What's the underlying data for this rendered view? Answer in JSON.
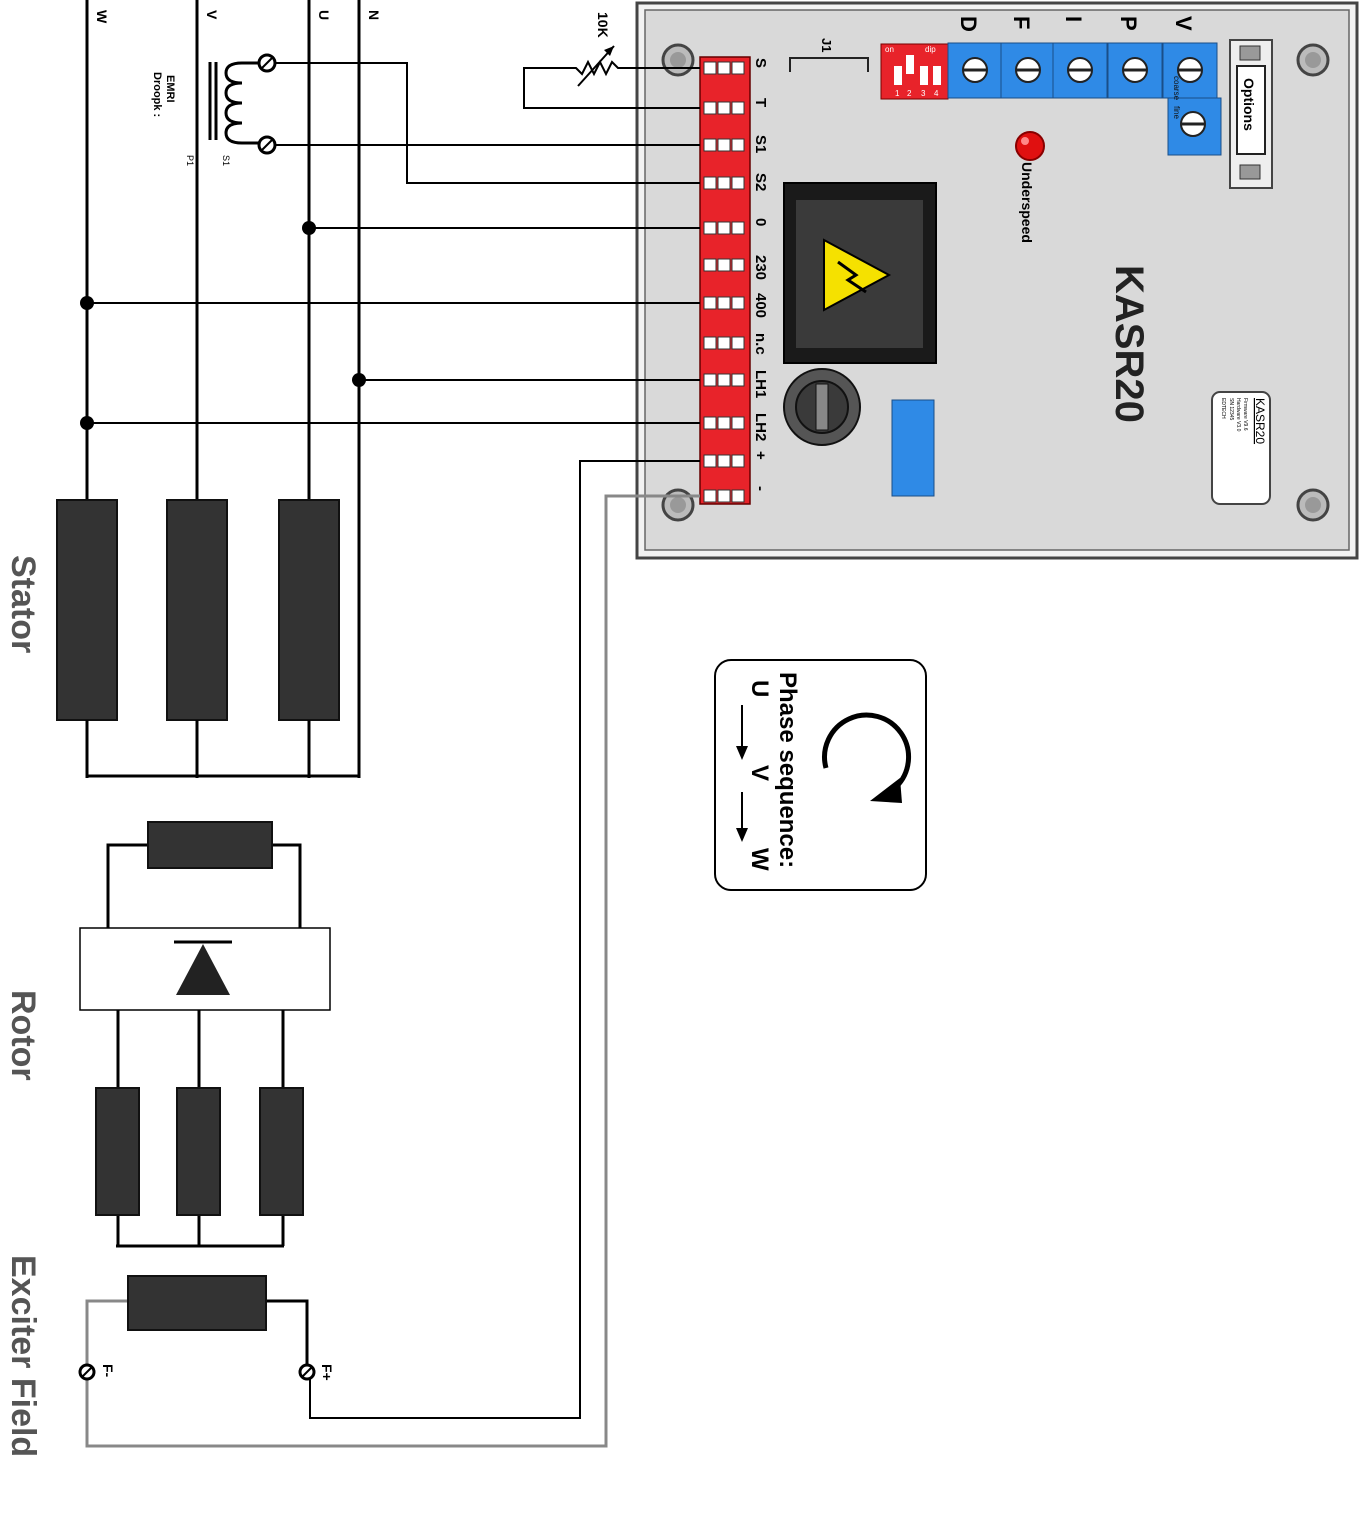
{
  "controller": {
    "model": "KASR20",
    "terminals": [
      "S",
      "T",
      "S1",
      "S2",
      "0",
      "230",
      "400",
      "n.c",
      "LH1",
      "LH2",
      "+",
      "-"
    ],
    "adjust_pots": [
      "D",
      "F",
      "I",
      "P",
      "V"
    ],
    "v_pot_labels": [
      "coarse",
      "fine"
    ],
    "options_label": "Options",
    "jumper_label": "J1",
    "dip_labels": [
      "on",
      "dip"
    ],
    "dip_numbers": [
      "1",
      "2",
      "3",
      "4"
    ],
    "led_label": "Underspeed",
    "nameplate": {
      "title": "KASR20",
      "lines": [
        "Firmware V9.6",
        "Hardware V3.0",
        "SN 12345",
        "EDTECH"
      ]
    }
  },
  "wiring": {
    "phase_labels": [
      "W",
      "V",
      "U",
      "N"
    ],
    "droop_ct": {
      "label_lines": [
        "EMRI",
        "Droopk :"
      ],
      "terminal_labels": [
        "S1",
        "P1"
      ]
    },
    "potentiometer_label": "10K"
  },
  "sections": {
    "stator": "Stator",
    "rotor": "Rotor",
    "exciter": "Exciter Field"
  },
  "exciter_terminals": [
    "F-",
    "F+"
  ],
  "phase_sequence": {
    "title": "Phase sequence:",
    "phases": [
      "U",
      "V",
      "W"
    ]
  },
  "colors": {
    "terminal_red": "#e8232a",
    "pot_blue": "#2f8ae6",
    "panel_gray": "#d9d9d9",
    "wire": "#000000",
    "field_wire": "#888888",
    "led_red": "#e01010",
    "warning_yellow": "#f5e100"
  }
}
